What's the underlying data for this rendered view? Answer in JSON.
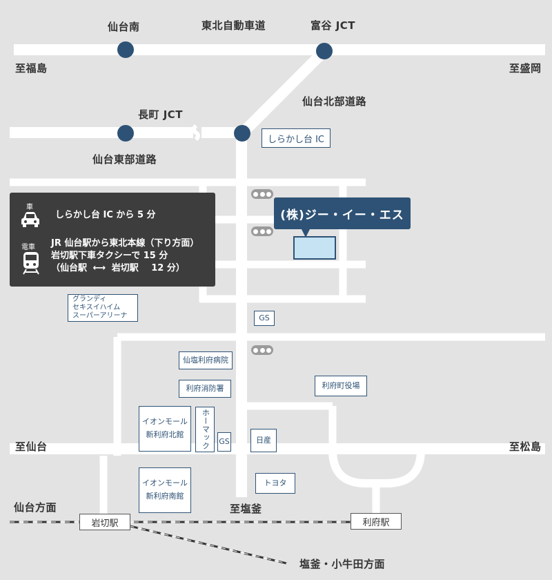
{
  "roads": {
    "tohoku_expressway": "東北自動車道",
    "sendai_north_road": "仙台北部道路",
    "sendai_east_road": "仙台東部道路"
  },
  "interchanges": {
    "sendai_minami": "仙台南",
    "tomiya_jct": "富谷 JCT",
    "nagamachi_jct": "長町 JCT",
    "shirakashidai_ic": "しらかし台 IC"
  },
  "directions": {
    "to_fukushima": "至福島",
    "to_morioka": "至盛岡",
    "to_sendai": "至仙台",
    "to_matsushima": "至松島",
    "to_shiogama": "至塩釜",
    "sendai_direction": "仙台方面",
    "shiogama_kogota_direction": "塩釜・小牛田方面"
  },
  "access": {
    "car_label": "車",
    "car_text": "しらかし台 IC から 5 分",
    "train_label": "電車",
    "train_line1": "JR 仙台駅から東北本線（下り方面）",
    "train_line2": "岩切駅下車タクシーで 15 分",
    "train_line3_from": "（仙台駅",
    "train_line3_arrow": "⟷",
    "train_line3_to": "岩切駅",
    "train_line3_time": "12 分）"
  },
  "destination": {
    "name": "(株)ジー・イー・エス",
    "marker_color": "#c5e3f3"
  },
  "landmarks": {
    "grandi_line1": "グランディ",
    "grandi_line2": "セキスイハイム",
    "grandi_line3": "スーパーアリーナ",
    "gs_north": "GS",
    "hospital": "仙塩利府病院",
    "fire_station": "利府消防署",
    "town_office": "利府町役場",
    "aeon_north_line1": "イオンモール",
    "aeon_north_line2": "新利府北館",
    "homac": "ホーマック",
    "gs_south": "GS",
    "nissan": "日産",
    "aeon_south_line1": "イオンモール",
    "aeon_south_line2": "新利府南館",
    "toyota": "トヨタ"
  },
  "stations": {
    "iwakiri": "岩切駅",
    "rifu": "利府駅"
  },
  "colors": {
    "accent": "#2e5275",
    "background": "#e3e3e3",
    "road": "#ffffff",
    "panel": "#3d3d3d",
    "signal": "#9a9a9a"
  }
}
